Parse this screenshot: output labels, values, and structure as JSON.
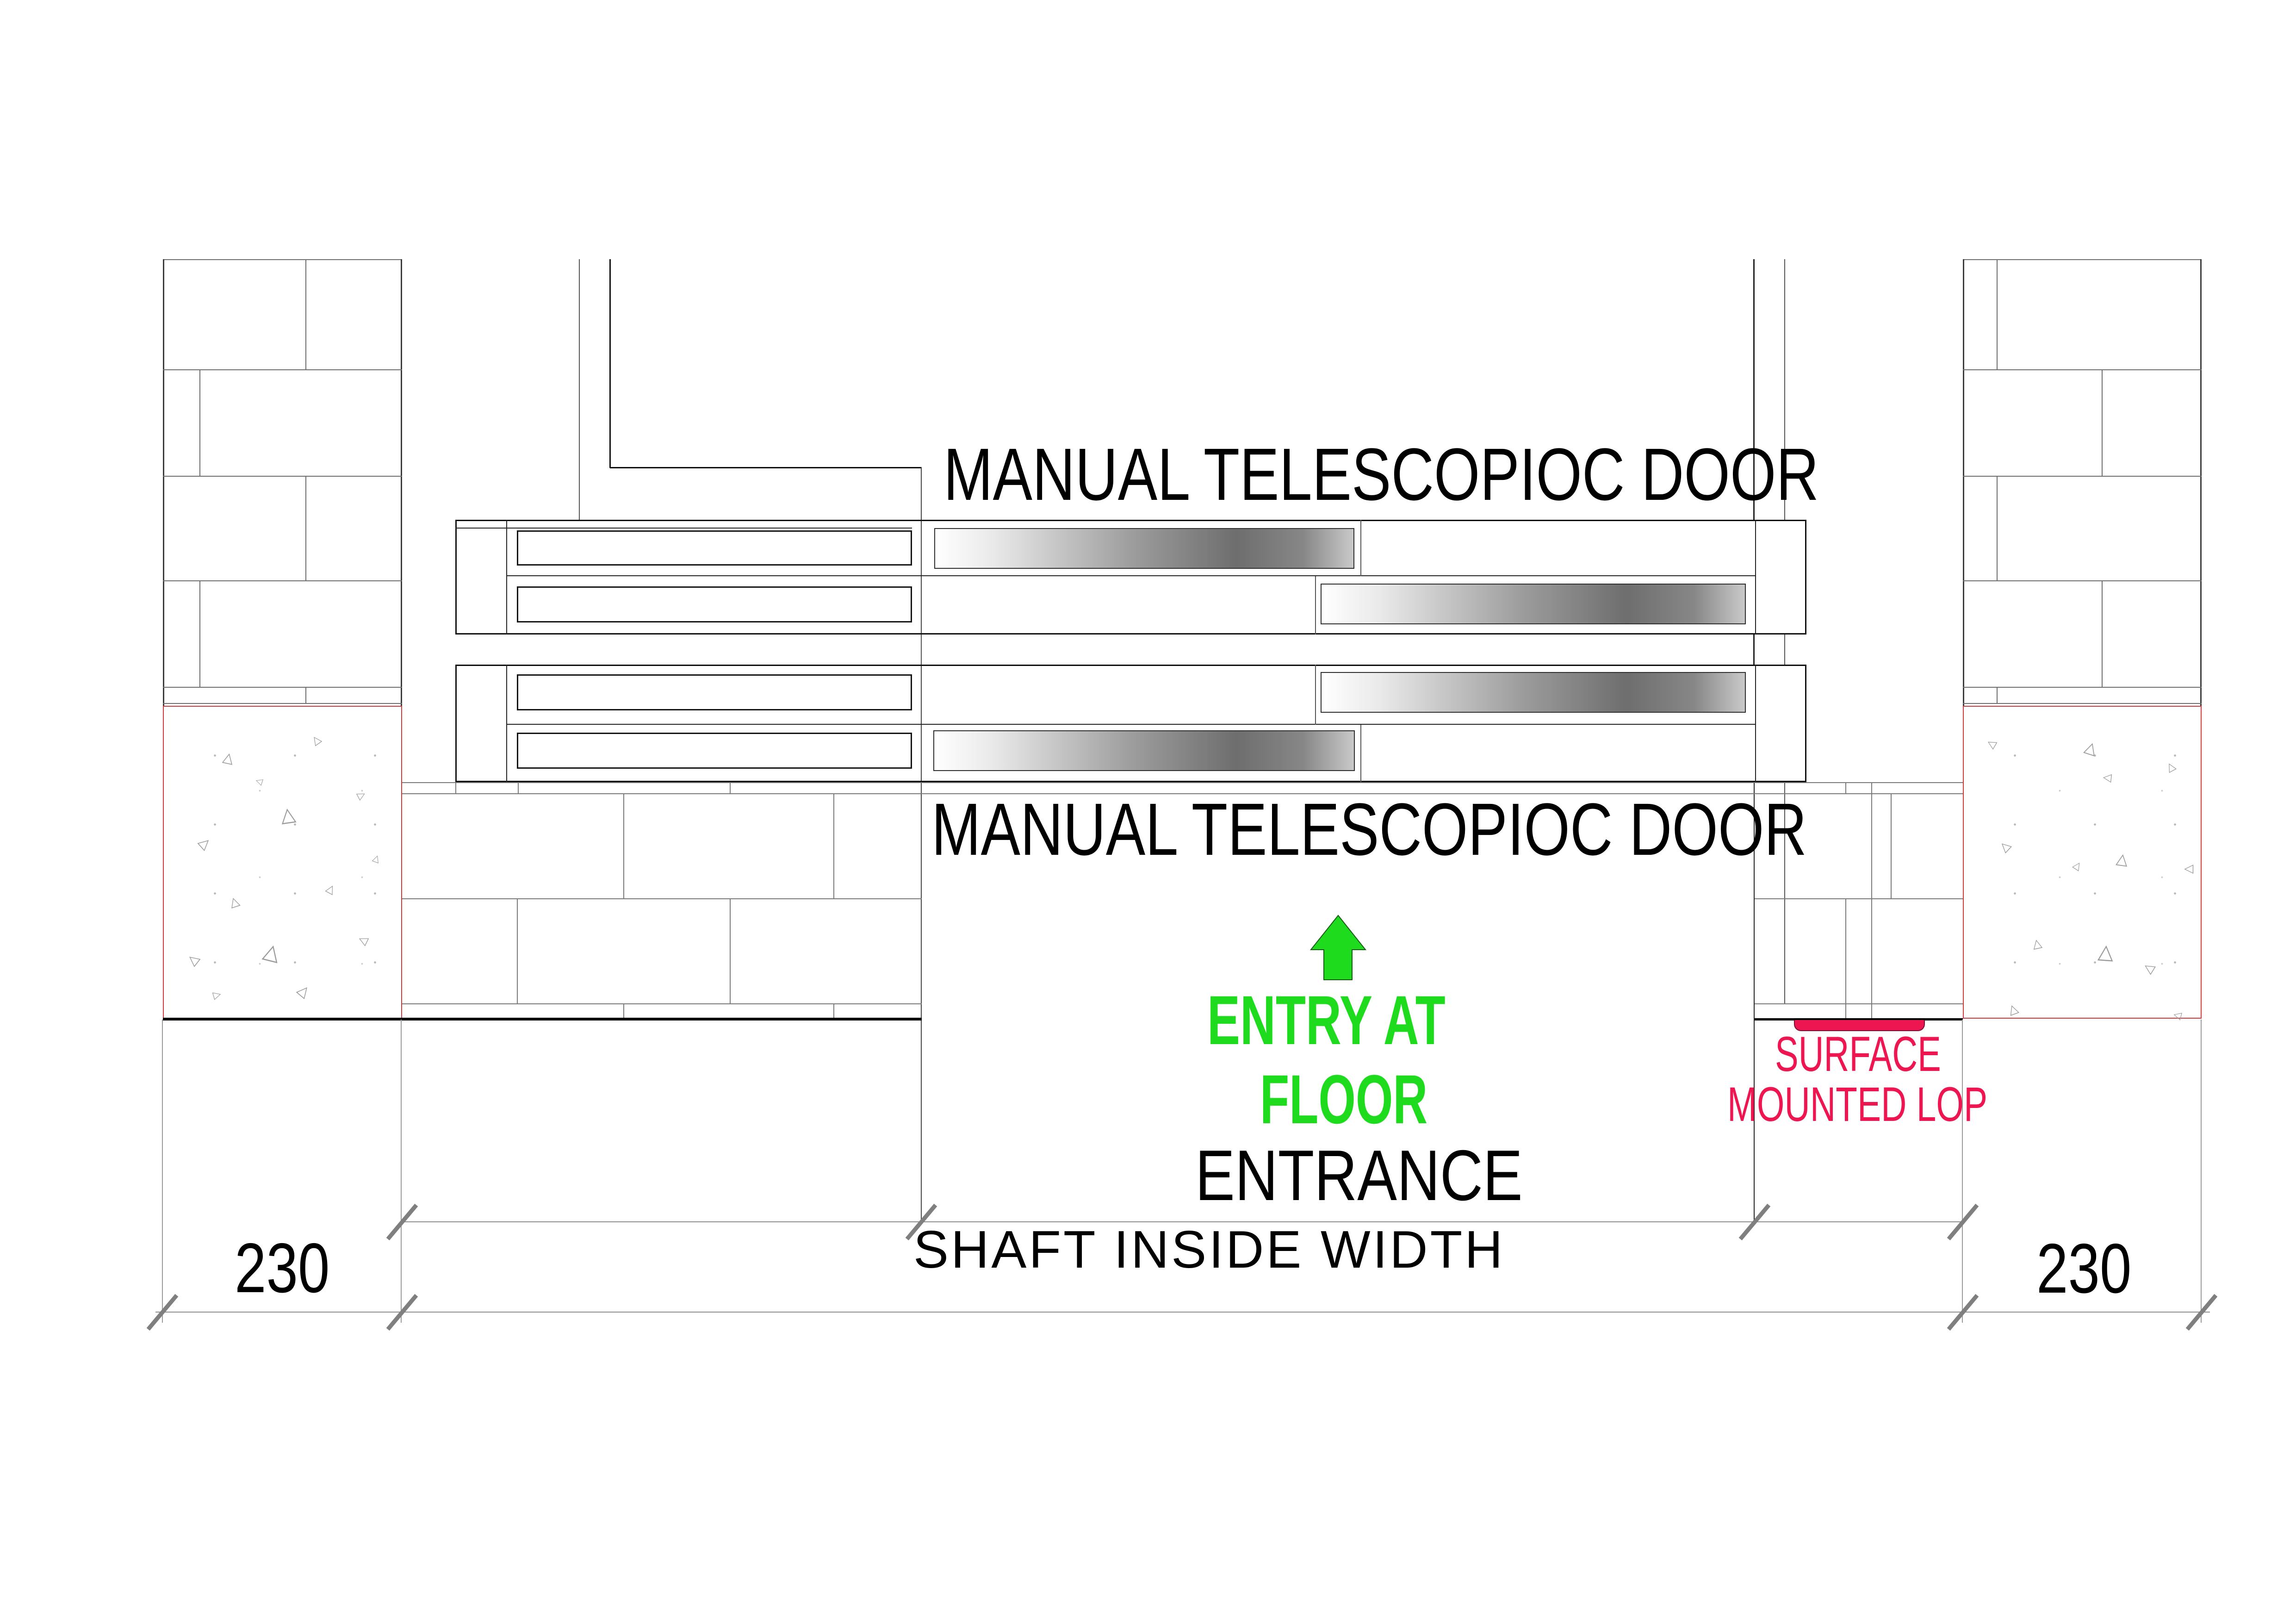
{
  "drawing": {
    "titles": {
      "top_door_label": "MANUAL TELESCOPIOC DOOR",
      "bottom_door_label": "MANUAL TELESCOPIOC DOOR"
    },
    "entry": {
      "line1": "ENTRY AT",
      "line2": "FLOOR",
      "entrance": "ENTRANCE"
    },
    "lop": {
      "line1": "SURFACE",
      "line2": "MOUNTED LOP"
    },
    "dimensions": {
      "left_wall_thickness": "230",
      "right_wall_thickness": "230",
      "shaft_width_label": "SHAFT INSIDE WIDTH"
    },
    "hatch_glyph": "△",
    "colors": {
      "entry_green": "#1edb1e",
      "lop_red": "#ed1651",
      "concrete_outline_red": "#cf3a3a",
      "door_line_black": "#111111",
      "dimension_gray": "#8f8f8f"
    }
  }
}
